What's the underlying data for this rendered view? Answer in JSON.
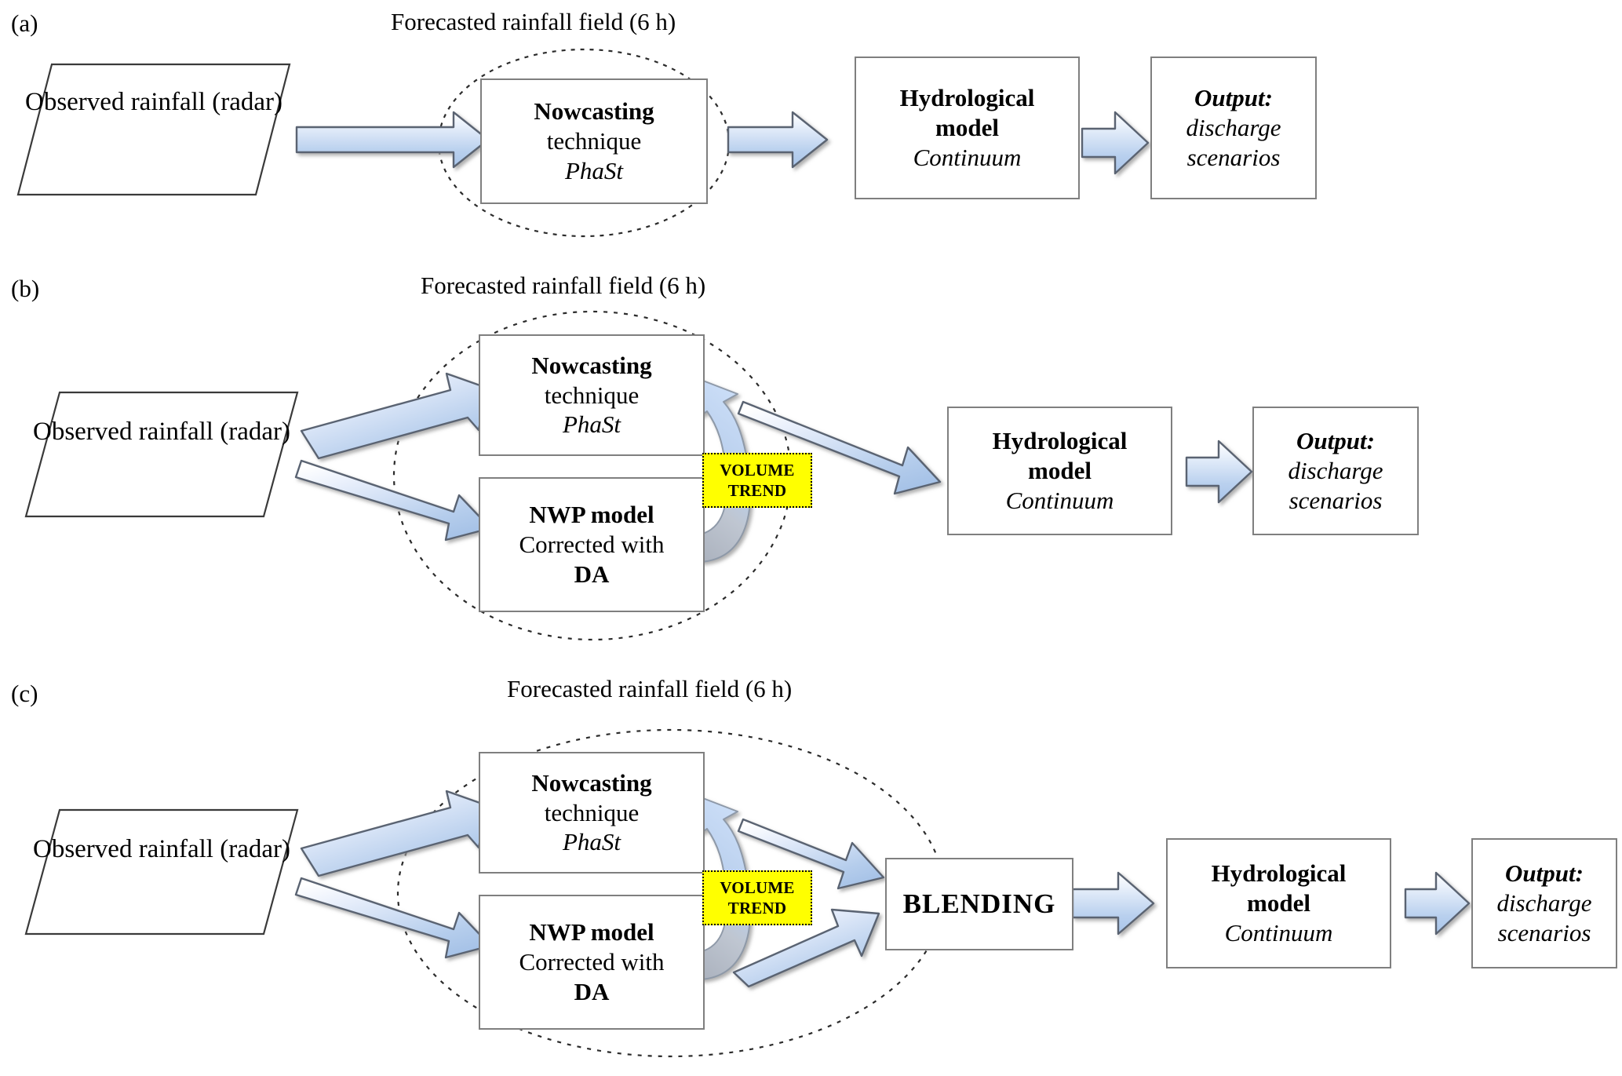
{
  "figure": {
    "panels": [
      {
        "id": "a",
        "label": "(a)",
        "ellipse_caption": "Forecasted rainfall field (6 h)",
        "source": {
          "line1": "Observed  rainfall",
          "line2": "(radar)"
        },
        "nowcasting": {
          "line1": "Nowcasting",
          "line2": "technique",
          "line3": "PhaSt"
        },
        "hydro": {
          "line1": "Hydrological",
          "line2": "model",
          "line3": "Continuum"
        },
        "output": {
          "line1": "Output:",
          "line2": "discharge",
          "line3": "scenarios"
        }
      },
      {
        "id": "b",
        "label": "(b)",
        "ellipse_caption": "Forecasted rainfall field (6 h)",
        "source": {
          "line1": "Observed  rainfall",
          "line2": "(radar)"
        },
        "nowcasting": {
          "line1": "Nowcasting",
          "line2": "technique",
          "line3": "PhaSt"
        },
        "nwp": {
          "line1": "NWP model",
          "line2": "Corrected with",
          "line3": "DA"
        },
        "volume_trend": {
          "line1": "VOLUME",
          "line2": "TREND"
        },
        "hydro": {
          "line1": "Hydrological",
          "line2": "model",
          "line3": "Continuum"
        },
        "output": {
          "line1": "Output:",
          "line2": "discharge",
          "line3": "scenarios"
        }
      },
      {
        "id": "c",
        "label": "(c)",
        "ellipse_caption": "Forecasted rainfall field (6 h)",
        "source": {
          "line1": "Observed  rainfall",
          "line2": "(radar)"
        },
        "nowcasting": {
          "line1": "Nowcasting",
          "line2": "technique",
          "line3": "PhaSt"
        },
        "nwp": {
          "line1": "NWP model",
          "line2": "Corrected with",
          "line3": "DA"
        },
        "volume_trend": {
          "line1": "VOLUME",
          "line2": "TREND"
        },
        "blending": {
          "label": "BLENDING"
        },
        "hydro": {
          "line1": "Hydrological",
          "line2": "model",
          "line3": "Continuum"
        },
        "output": {
          "line1": "Output:",
          "line2": "discharge",
          "line3": "scenarios"
        }
      }
    ],
    "colors": {
      "arrow_fill_light": "#eaf1fb",
      "arrow_fill_mid": "#b8d0ee",
      "arrow_fill_dark": "#9dbde4",
      "arrow_stroke": "#5a6472",
      "node_stroke": "#7f7f7f",
      "shape_stroke": "#000000",
      "highlight_yellow": "#ffff00",
      "curve_gray": "#b6bcc6"
    }
  }
}
